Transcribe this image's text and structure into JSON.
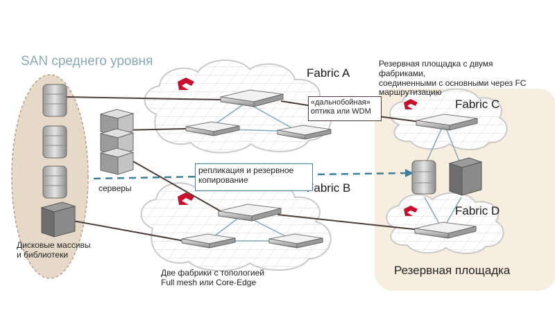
{
  "title": "SAN среднего уровня",
  "labels": {
    "fabric_a": "Fabric A",
    "fabric_b": "Fabric B",
    "fabric_c": "Fabric C",
    "fabric_d": "Fabric D",
    "servers": "серверы",
    "storage": "Дисковые массивы\nи библиотеки",
    "long_distance": "«дальнобойная»\nоптика или WDM",
    "replication": "репликация и резервное\nкопирование",
    "two_fabrics": "Две фабрики с топологией\nFull mesh или Core-Edge",
    "backup_site_desc": "Резервная площадка  с двумя\nфабриками,\nсоединенными  с основными через FC\nмаршрутизацию",
    "backup_site": "Резервная площадка"
  },
  "colors": {
    "title": "#8aa9b6",
    "backup_area": "#f7eedf",
    "storage_ellipse": "#e6d9c8",
    "link": "#4a3b36",
    "replication_line": "#3d7e9a",
    "logo": "#c8102e"
  }
}
